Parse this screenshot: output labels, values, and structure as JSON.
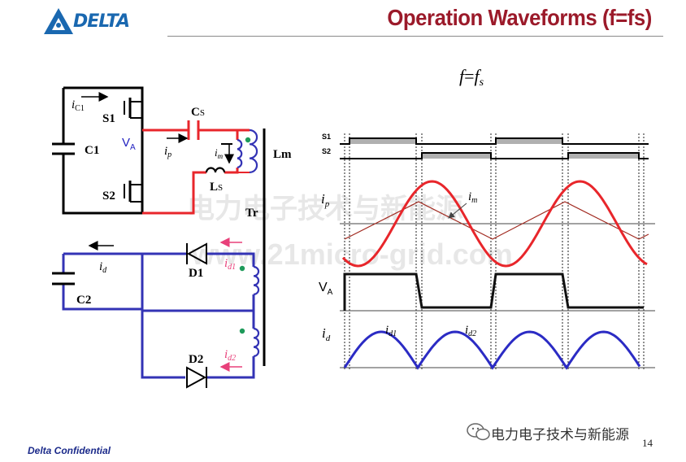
{
  "header": {
    "logo_text": "DELTA",
    "title": "Operation Waveforms  (f=fs)"
  },
  "footer": {
    "confidential": "Delta Confidential",
    "page_number": "14",
    "watermark_corner": "电力电子技术与新能源",
    "watermark_center_cn": "电力电子技术与新能源",
    "watermark_center_url": "www.21micro-grid.com"
  },
  "circuit": {
    "labels": {
      "ic1": "i",
      "ic1_sub": "C1",
      "s1": "S1",
      "s2": "S2",
      "c1": "C1",
      "va": "V",
      "va_sub": "A",
      "cs": "C",
      "cs_sub": "S",
      "ip": "i",
      "ip_sub": "p",
      "im": "i",
      "im_sub": "m",
      "ls": "L",
      "ls_sub": "S",
      "lm": "Lm",
      "tr": "Tr",
      "c2": "C2",
      "id": "i",
      "id_sub": "d",
      "d1": "D1",
      "d2": "D2",
      "id1": "i",
      "id1_sub": "d1",
      "id2": "i",
      "id2_sub": "d2"
    },
    "colors": {
      "primary": "#000000",
      "resonant": "#e8262b",
      "secondary": "#3333b5",
      "arrow_pink": "#e8407a",
      "dot": "#1e9a5a"
    }
  },
  "waveforms": {
    "header_f": "f",
    "header_eq": "=",
    "header_fs": "f",
    "header_fs_sub": "s",
    "labels": {
      "s1": "S1",
      "s2": "S2",
      "ip": "i",
      "ip_sub": "p",
      "im": "i",
      "im_sub": "m",
      "va": "V",
      "va_sub": "A",
      "id": "i",
      "id_sub": "d",
      "id1": "i",
      "id1_sub": "d1",
      "id2": "i",
      "id2_sub": "d2"
    },
    "colors": {
      "ip": "#e8262b",
      "im": "#a0281e",
      "id": "#2b2bc4",
      "va": "#111111",
      "gate_fill": "#b0b0b0"
    }
  }
}
